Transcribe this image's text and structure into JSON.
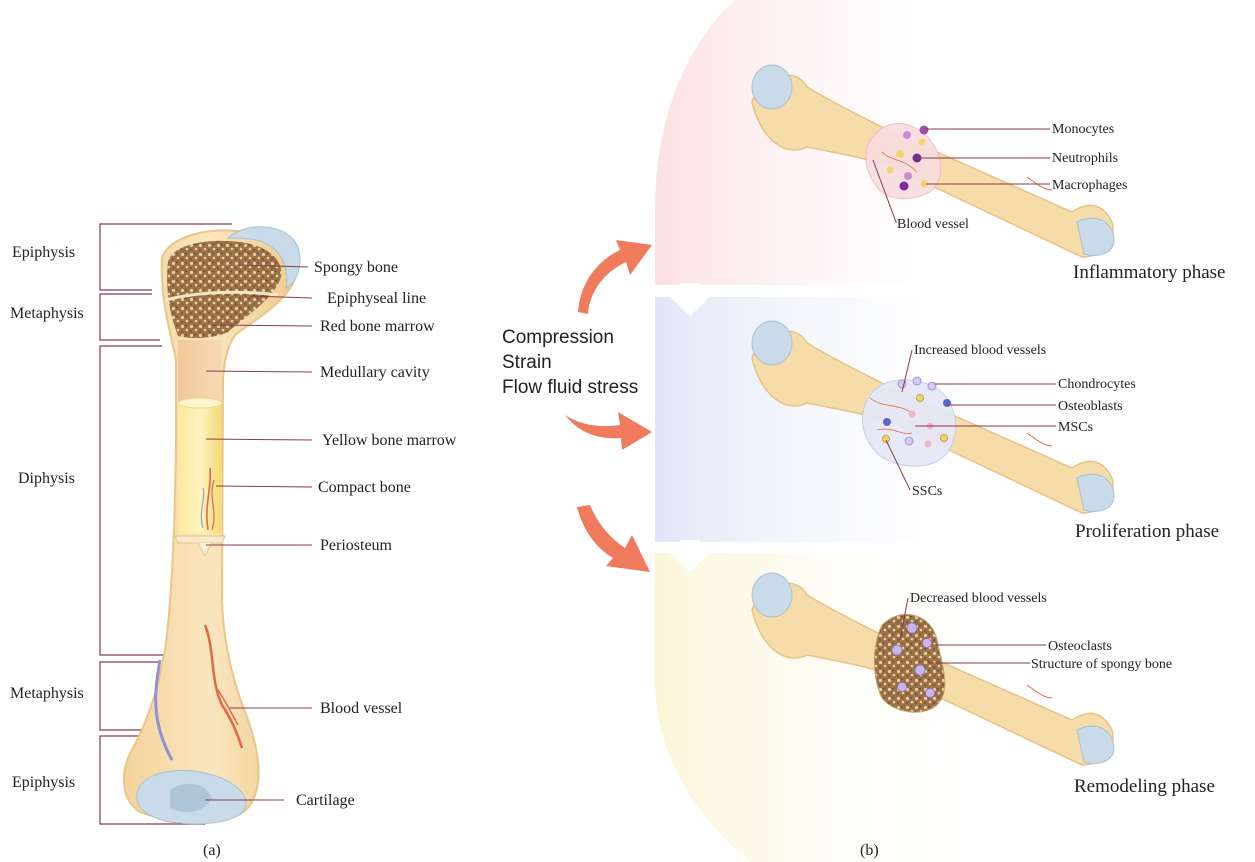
{
  "panel_a": {
    "caption": "(a)",
    "regions": {
      "epiphysis_top": "Epiphysis",
      "metaphysis_top": "Metaphysis",
      "diphysis": "Diphysis",
      "metaphysis_bottom": "Metaphysis",
      "epiphysis_bottom": "Epiphysis"
    },
    "labels": {
      "spongy_bone": "Spongy bone",
      "epiphyseal_line": "Epiphyseal line",
      "red_bone_marrow": "Red bone marrow",
      "medullary_cavity": "Medullary cavity",
      "yellow_bone_marrow": "Yellow bone marrow",
      "compact_bone": "Compact bone",
      "periosteum": "Periosteum",
      "blood_vessel": "Blood vessel",
      "cartilage": "Cartilage"
    }
  },
  "panel_b": {
    "caption": "(b)",
    "stimuli": [
      "Compression",
      "Strain",
      "Flow fluid stress"
    ],
    "inflammatory": {
      "phase": "Inflammatory phase",
      "monocytes": "Monocytes",
      "neutrophils": "Neutrophils",
      "macrophages": "Macrophages",
      "blood_vessel": "Blood vessel"
    },
    "proliferation": {
      "phase": "Proliferation phase",
      "increased_vessels": "Increased blood vessels",
      "chondrocytes": "Chondrocytes",
      "osteoblasts": "Osteoblasts",
      "mscs": "MSCs",
      "sscs": "SSCs"
    },
    "remodeling": {
      "phase": "Remodeling phase",
      "decreased_vessels": "Decreased blood vessels",
      "osteoclasts": "Osteoclasts",
      "spongy_structure": "Structure of spongy bone"
    }
  },
  "colors": {
    "bone": "#f6dca8",
    "bone_edge": "#e9c689",
    "cartilage": "#c9dbe8",
    "arrow": "#ef7a5c",
    "leader": "#8a3a4a",
    "inflammatory_bg": "#fbe3e6",
    "proliferation_bg": "#e3e7f7",
    "remodeling_bg": "#fbf6dd"
  }
}
